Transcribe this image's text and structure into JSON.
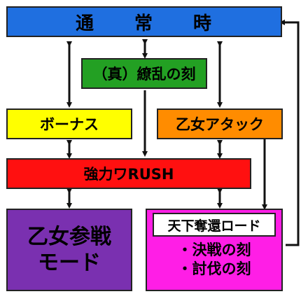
{
  "colors": {
    "normal": "#1f6fe0",
    "shin_ryoran": "#23a023",
    "bonus": "#ffff00",
    "otome_attack": "#ff8c00",
    "kyoryoku_rush": "#ff1010",
    "otome_sansen": "#7a30b0",
    "tenka_road": "#ff1ee6",
    "arrow": "#111111"
  },
  "nodes": {
    "normal": "通　　常　　時",
    "shin_ryoran": "（真）繚乱の刻",
    "bonus": "ボーナス",
    "otome_attack": "乙女アタック",
    "kyoryoku_rush": "強力ワRUSH",
    "otome_sansen_line1": "乙女参戦",
    "otome_sansen_line2": "モード",
    "tenka_road_title": "天下奪還ロード",
    "tenka_road_item1": "・決戦の刻",
    "tenka_road_item2": "・討伐の刻"
  }
}
